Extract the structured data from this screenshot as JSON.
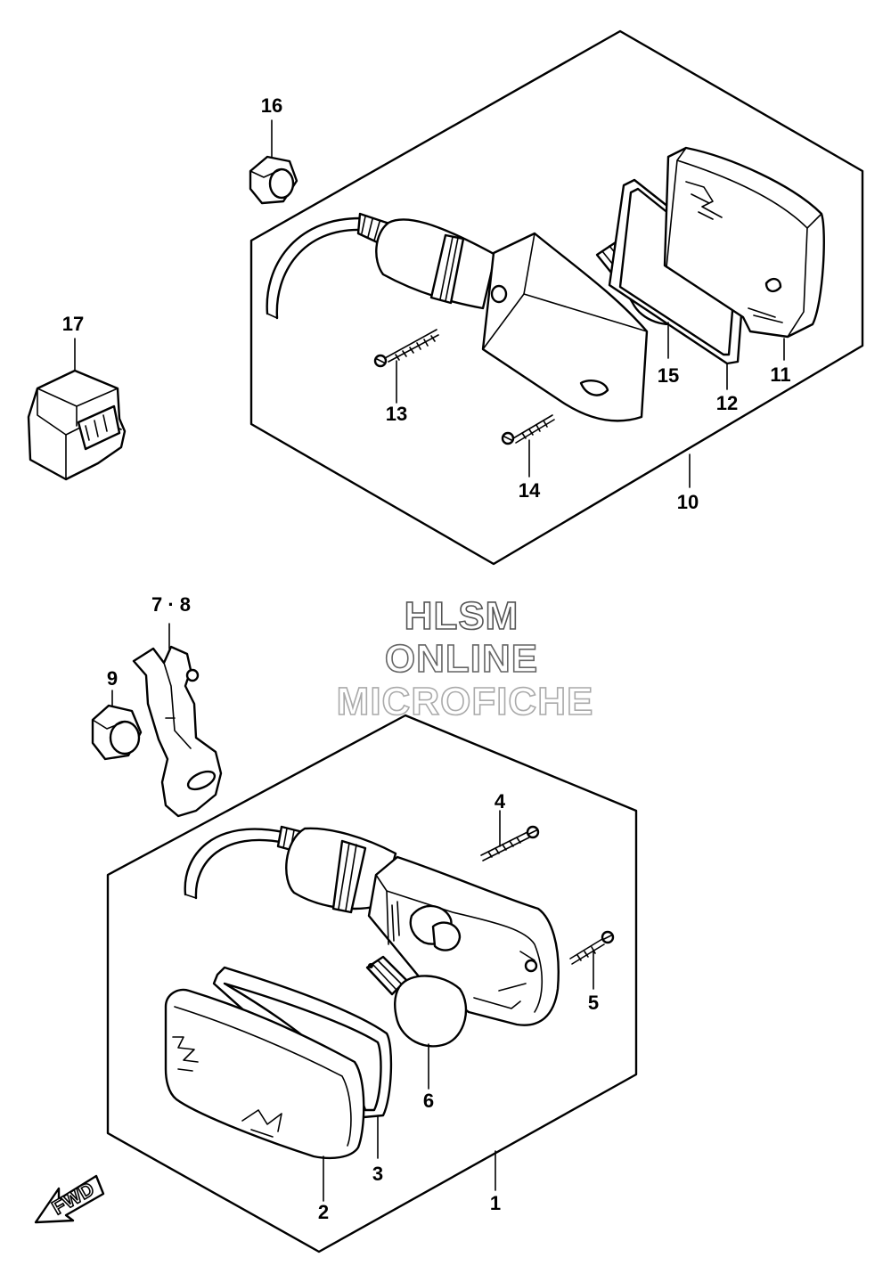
{
  "watermark": {
    "line1": "HLSM",
    "line2": "ONLINE",
    "line3": "MICROFICHE",
    "color1": "#555555",
    "color2": "#666666",
    "color3": "#aaaaaa"
  },
  "direction_badge": {
    "label": "FWD",
    "icon": "forward-arrow-icon"
  },
  "callouts": {
    "c1": "1",
    "c2": "2",
    "c3": "3",
    "c4": "4",
    "c5": "5",
    "c6": "6",
    "c78": "7 · 8",
    "c9": "9",
    "c10": "10",
    "c11": "11",
    "c12": "12",
    "c13": "13",
    "c14": "14",
    "c15": "15",
    "c16": "16",
    "c17": "17"
  },
  "parts": [
    {
      "ref": "1",
      "icon": "front-turn-signal-assembly-icon"
    },
    {
      "ref": "2",
      "icon": "signal-lens-icon"
    },
    {
      "ref": "3",
      "icon": "lens-gasket-icon"
    },
    {
      "ref": "4",
      "icon": "screw-icon"
    },
    {
      "ref": "5",
      "icon": "screw-icon"
    },
    {
      "ref": "6",
      "icon": "bulb-icon"
    },
    {
      "ref": "7 · 8",
      "icon": "bracket-icon"
    },
    {
      "ref": "9",
      "icon": "nut-icon"
    },
    {
      "ref": "10",
      "icon": "rear-turn-signal-assembly-icon"
    },
    {
      "ref": "11",
      "icon": "signal-lens-icon"
    },
    {
      "ref": "12",
      "icon": "lens-gasket-icon"
    },
    {
      "ref": "13",
      "icon": "screw-icon"
    },
    {
      "ref": "14",
      "icon": "screw-icon"
    },
    {
      "ref": "15",
      "icon": "bulb-icon"
    },
    {
      "ref": "16",
      "icon": "nut-icon"
    },
    {
      "ref": "17",
      "icon": "relay-icon"
    }
  ]
}
